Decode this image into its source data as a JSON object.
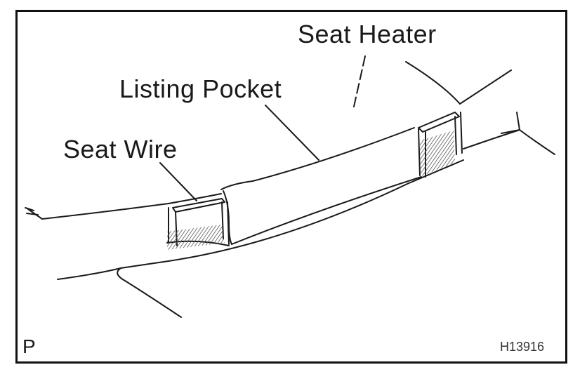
{
  "labels": {
    "seat_heater": "Seat Heater",
    "listing_pocket": "Listing Pocket",
    "seat_wire": "Seat Wire"
  },
  "corner_mark": "P",
  "figure_code": "H13916",
  "colors": {
    "line": "#1a1a1a",
    "hatch": "#555555",
    "frame": "#111111"
  }
}
